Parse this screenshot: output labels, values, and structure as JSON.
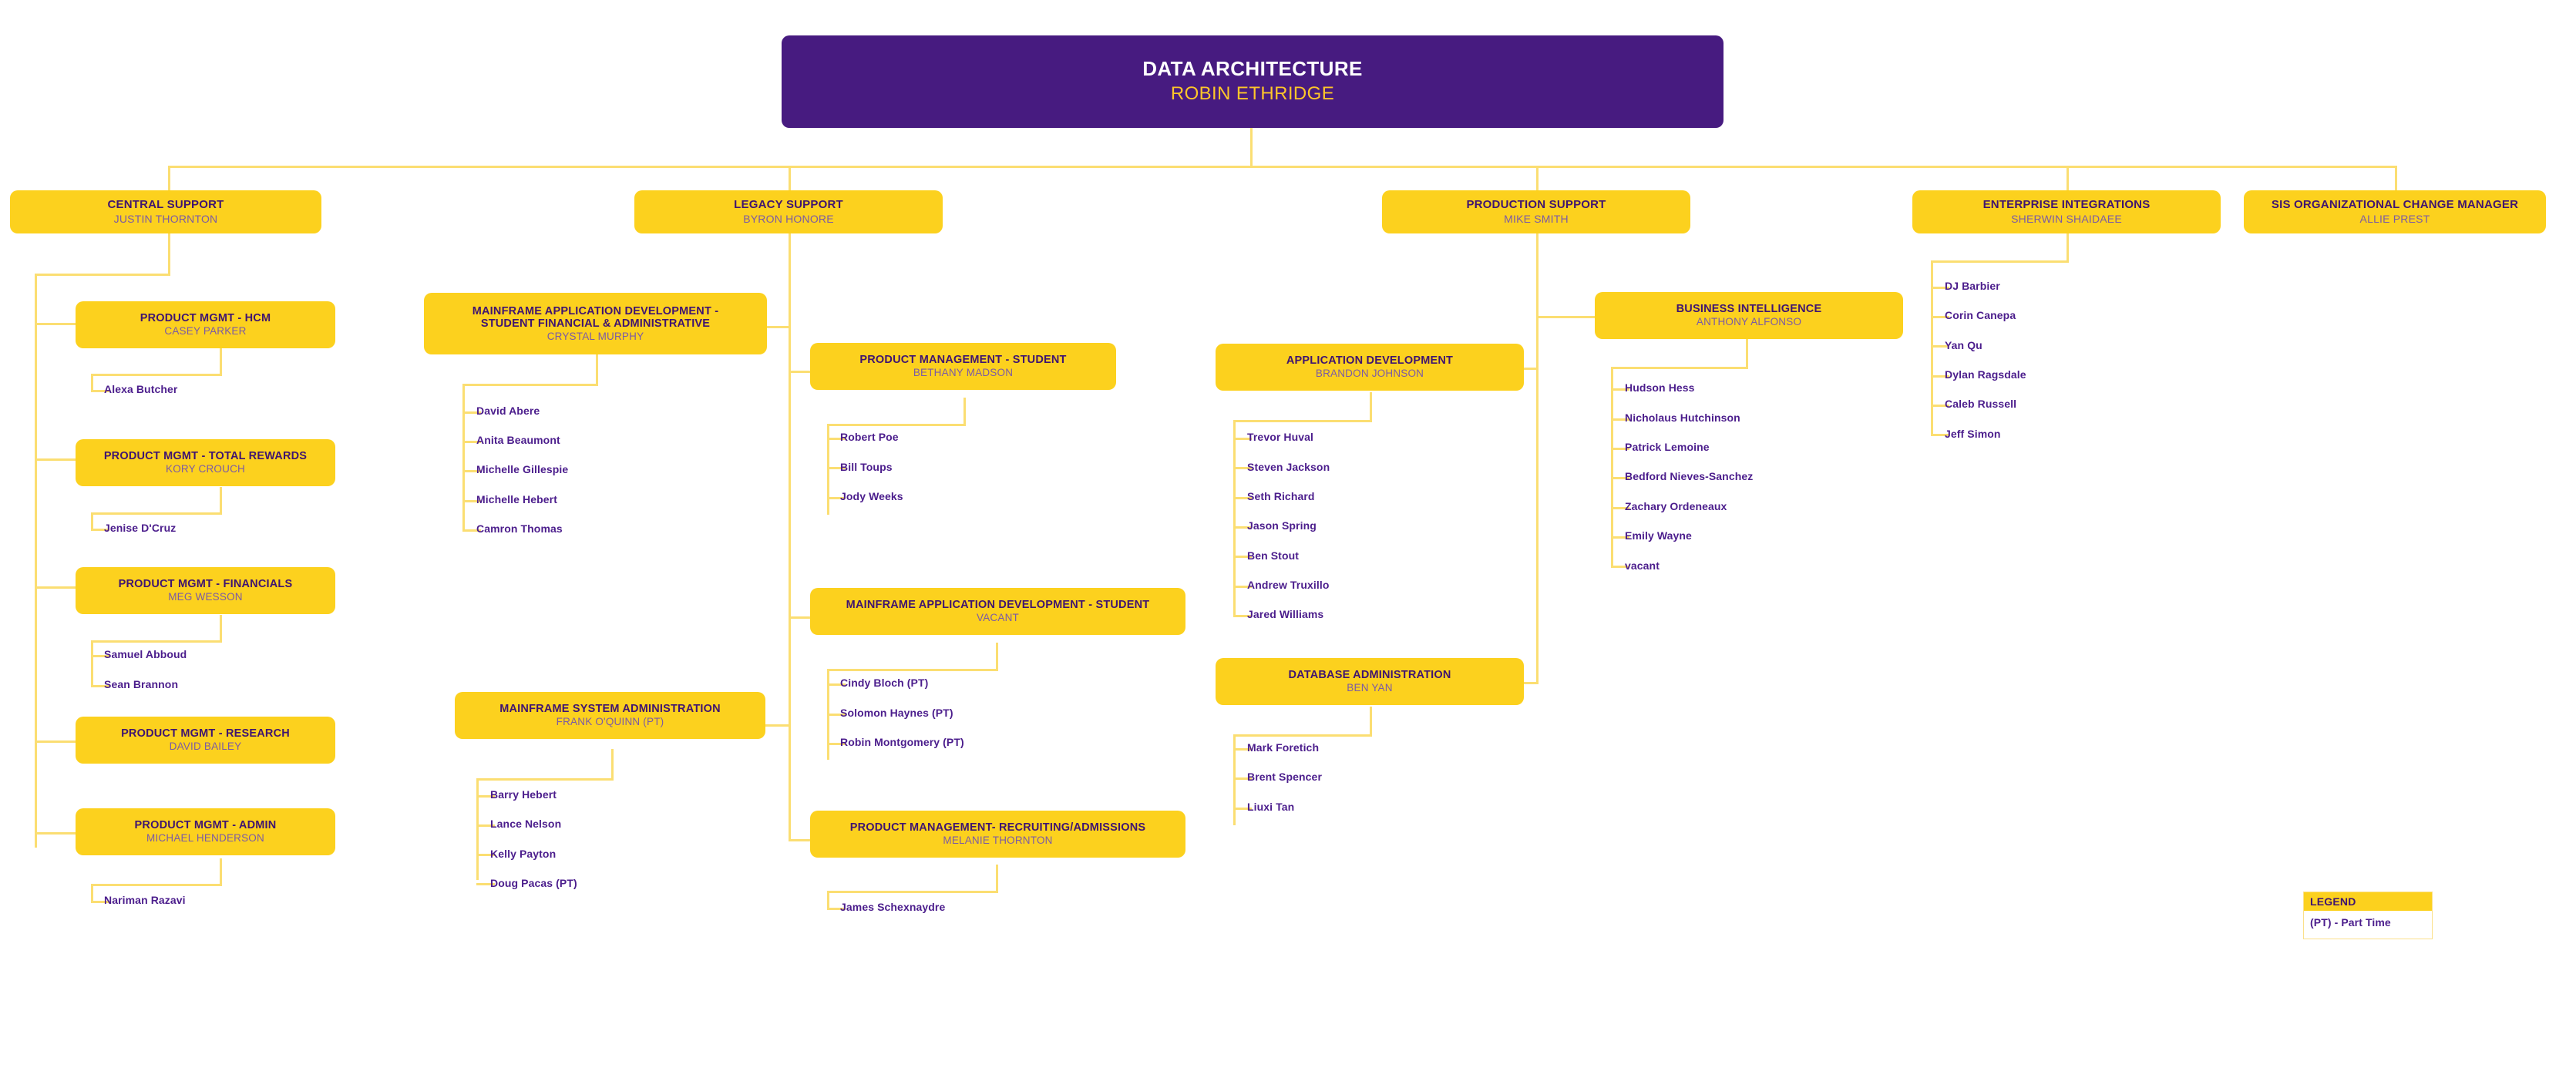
{
  "chart_title": "DATA ARCHITECTURE",
  "colors": {
    "root_fill": "#471B80",
    "root_title": "#FFFFFF",
    "root_subtitle": "#FFC629",
    "node_fill": "#FCD11E",
    "node_title": "#3F1470",
    "node_subtitle": "#7B5AA6",
    "leaf_text": "#4B1D8C",
    "connector": "#FBDE72",
    "background": "#FFFFFF"
  },
  "root": {
    "title": "DATA ARCHITECTURE",
    "subtitle": "ROBIN ETHRIDGE"
  },
  "divisions": [
    {
      "key": "central-support",
      "title": "CENTRAL SUPPORT",
      "subtitle": "JUSTIN THORNTON",
      "children": [
        {
          "key": "product-mgmt-hcm",
          "title": "PRODUCT MGMT - HCM",
          "subtitle": "CASEY PARKER",
          "people": [
            "Alexa Butcher"
          ]
        },
        {
          "key": "product-mgmt-total-rewards",
          "title": "PRODUCT MGMT - TOTAL REWARDS",
          "subtitle": "KORY CROUCH",
          "people": [
            "Jenise D'Cruz"
          ]
        },
        {
          "key": "product-mgmt-financials",
          "title": "PRODUCT MGMT - FINANCIALS",
          "subtitle": "MEG WESSON",
          "people": [
            "Samuel Abboud",
            "Sean Brannon"
          ]
        },
        {
          "key": "product-mgmt-research",
          "title": "PRODUCT MGMT - RESEARCH",
          "subtitle": "DAVID BAILEY",
          "people": []
        },
        {
          "key": "product-mgmt-admin",
          "title": "PRODUCT MGMT - ADMIN",
          "subtitle": "MICHAEL HENDERSON",
          "people": [
            "Nariman Razavi"
          ]
        }
      ]
    },
    {
      "key": "legacy-support",
      "title": "LEGACY SUPPORT",
      "subtitle": "BYRON HONORE",
      "children": [
        {
          "key": "mainframe-app-dev-sfa",
          "title_line1": "MAINFRAME APPLICATION  DEVELOPMENT -",
          "title_line2": "STUDENT FINANCIAL & ADMINISTRATIVE",
          "subtitle": "CRYSTAL MURPHY",
          "people": [
            "David Abere",
            "Anita Beaumont",
            "Michelle Gillespie",
            "Michelle Hebert",
            "Camron Thomas"
          ]
        },
        {
          "key": "mainframe-system-administration",
          "title": "MAINFRAME SYSTEM ADMINISTRATION",
          "subtitle": "FRANK O'QUINN (PT)",
          "people": [
            "Barry Hebert",
            "Lance Nelson",
            "Kelly Payton",
            "Doug Pacas (PT)"
          ]
        },
        {
          "key": "product-management-student",
          "title": "PRODUCT MANAGEMENT - STUDENT",
          "subtitle": "BETHANY MADSON",
          "people": [
            "Robert Poe",
            "Bill Toups",
            "Jody Weeks"
          ]
        },
        {
          "key": "mainframe-app-dev-student",
          "title": "MAINFRAME APPLICATION DEVELOPMENT - STUDENT",
          "subtitle": "VACANT",
          "people": [
            "Cindy Bloch (PT)",
            "Solomon Haynes (PT)",
            "Robin Montgomery (PT)"
          ]
        },
        {
          "key": "product-management-recruiting-admissions",
          "title": "PRODUCT MANAGEMENT- RECRUITING/ADMISSIONS",
          "subtitle": "MELANIE THORNTON",
          "people": [
            "James Schexnaydre"
          ]
        }
      ]
    },
    {
      "key": "production-support",
      "title": "PRODUCTION SUPPORT",
      "subtitle": "MIKE SMITH",
      "children": [
        {
          "key": "application-development",
          "title": "APPLICATION DEVELOPMENT",
          "subtitle": "BRANDON JOHNSON",
          "people": [
            "Trevor Huval",
            "Steven Jackson",
            "Seth Richard",
            "Jason Spring",
            "Ben Stout",
            "Andrew Truxillo",
            "Jared Williams"
          ]
        },
        {
          "key": "database-administration",
          "title": "DATABASE ADMINISTRATION",
          "subtitle": "BEN YAN",
          "people": [
            "Mark Foretich",
            "Brent Spencer",
            "Liuxi Tan"
          ]
        },
        {
          "key": "business-intelligence",
          "title": "BUSINESS INTELLIGENCE",
          "subtitle": "ANTHONY ALFONSO",
          "people": [
            "Hudson Hess",
            "Nicholaus Hutchinson",
            "Patrick Lemoine",
            "Bedford Nieves-Sanchez",
            "Zachary Ordeneaux",
            "Emily Wayne",
            "vacant"
          ]
        }
      ]
    },
    {
      "key": "enterprise-integrations",
      "title": "ENTERPRISE INTEGRATIONS",
      "subtitle": "SHERWIN SHAIDAEE",
      "children": [],
      "people": [
        "DJ Barbier",
        "Corin Canepa",
        "Yan Qu",
        "Dylan Ragsdale",
        "Caleb Russell",
        "Jeff Simon"
      ]
    },
    {
      "key": "sis-organizational-change-manager",
      "title": "SIS ORGANIZATIONAL CHANGE MANAGER",
      "subtitle": "ALLIE PREST",
      "children": [],
      "people": []
    }
  ],
  "legend": {
    "header": "LEGEND",
    "body": "(PT) - Part Time"
  }
}
